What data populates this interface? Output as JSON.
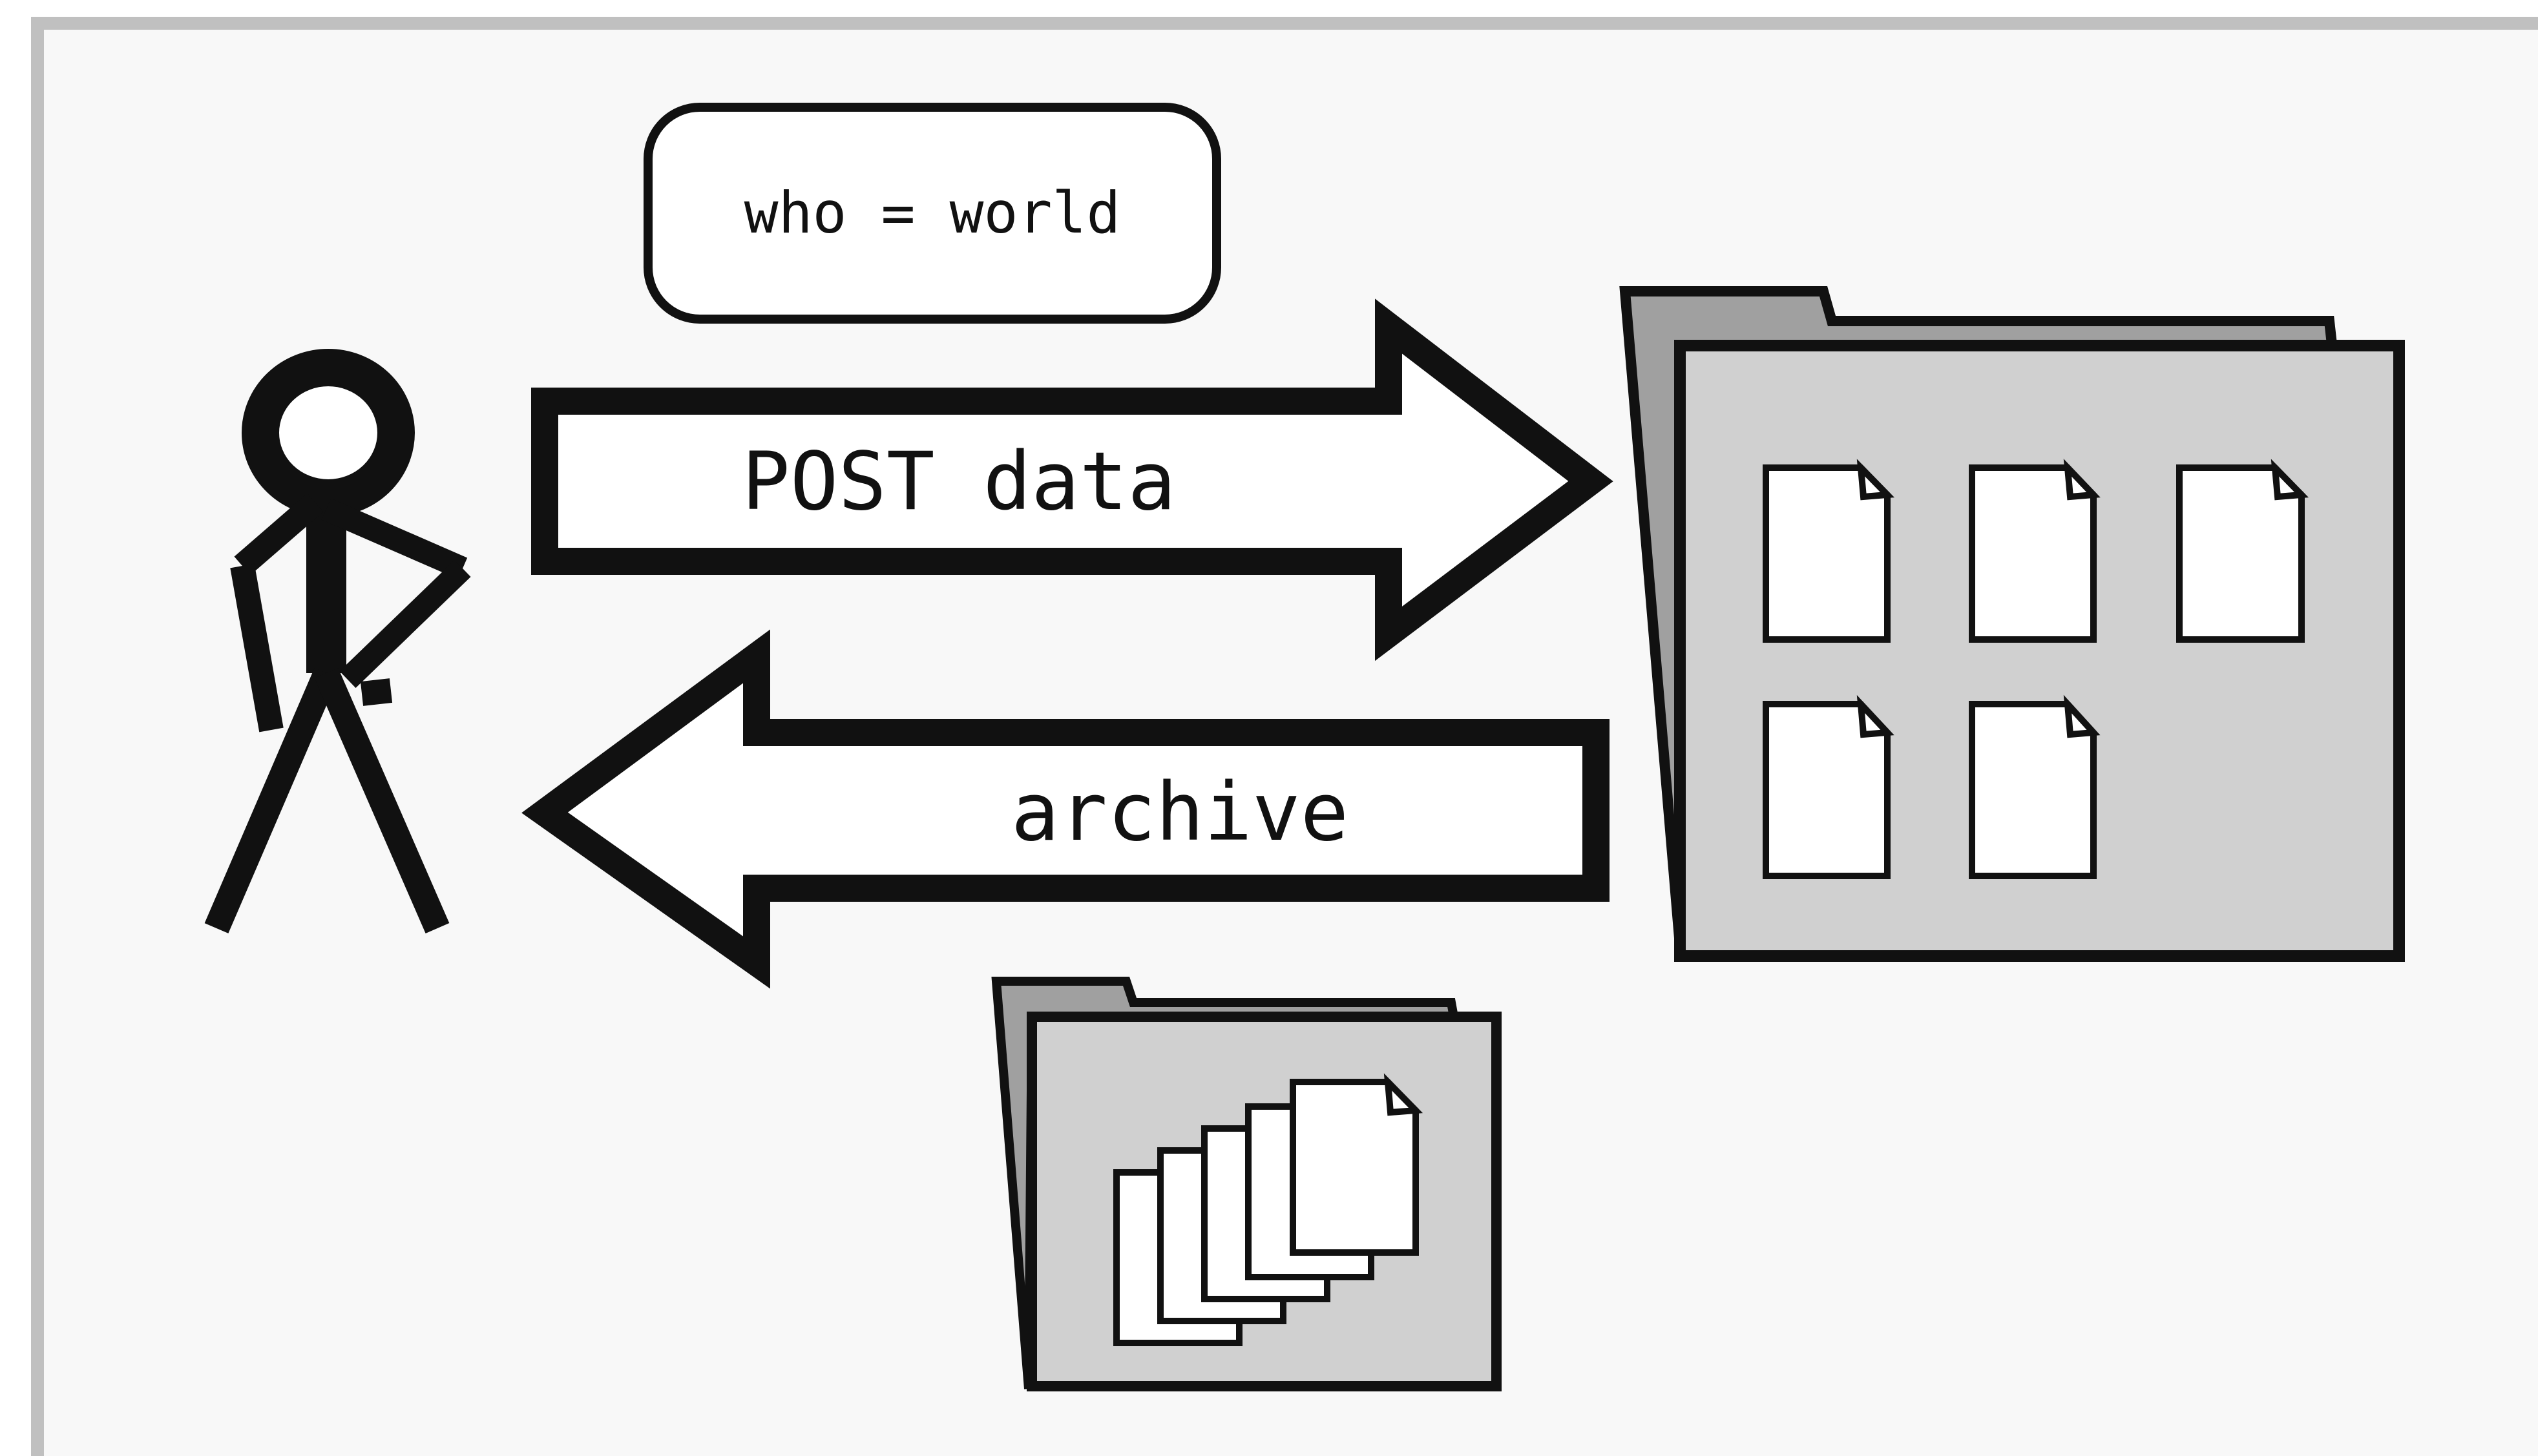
{
  "diagram": {
    "request_label": "POST data",
    "response_label": "archive",
    "callout_text": "who = world",
    "icons": {
      "user": "stick-figure-icon",
      "folder": "folder-icon",
      "document": "document-icon",
      "archive": "archive-folder-icon"
    },
    "colors": {
      "background": "#f8f8f8",
      "frame": "#c0c0c0",
      "stroke": "#111111",
      "folder_fill": "#d0d0d0",
      "folder_tab": "#a0a0a0",
      "paper": "#ffffff"
    }
  }
}
